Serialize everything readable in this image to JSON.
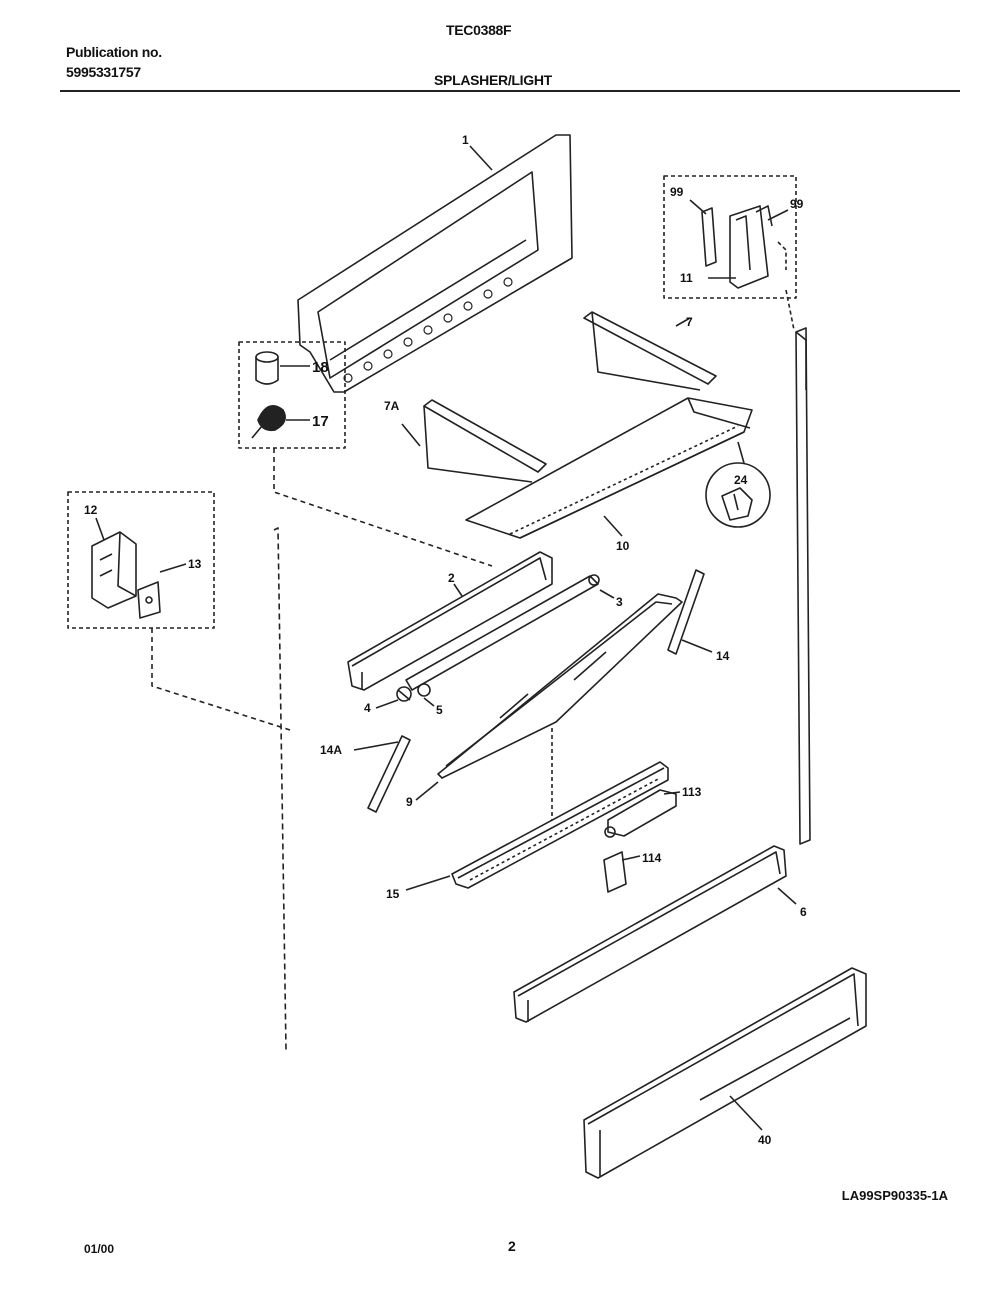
{
  "header": {
    "publication_label": "Publication no.",
    "publication_number": "5995331757",
    "model": "TEC0388F",
    "section_title": "SPLASHER/LIGHT"
  },
  "callouts": {
    "p1": "1",
    "p2": "2",
    "p3": "3",
    "p4": "4",
    "p5": "5",
    "p6": "6",
    "p7": "7",
    "p7a": "7A",
    "p9": "9",
    "p10": "10",
    "p11": "11",
    "p12": "12",
    "p13": "13",
    "p14": "14",
    "p14a": "14A",
    "p15": "15",
    "p17": "17",
    "p18": "18",
    "p24": "24",
    "p40": "40",
    "p99a": "99",
    "p99b": "99",
    "p113": "113",
    "p114": "114"
  },
  "footer": {
    "figure_code": "LA99SP90335-1A",
    "date": "01/00",
    "page_number": "2"
  }
}
